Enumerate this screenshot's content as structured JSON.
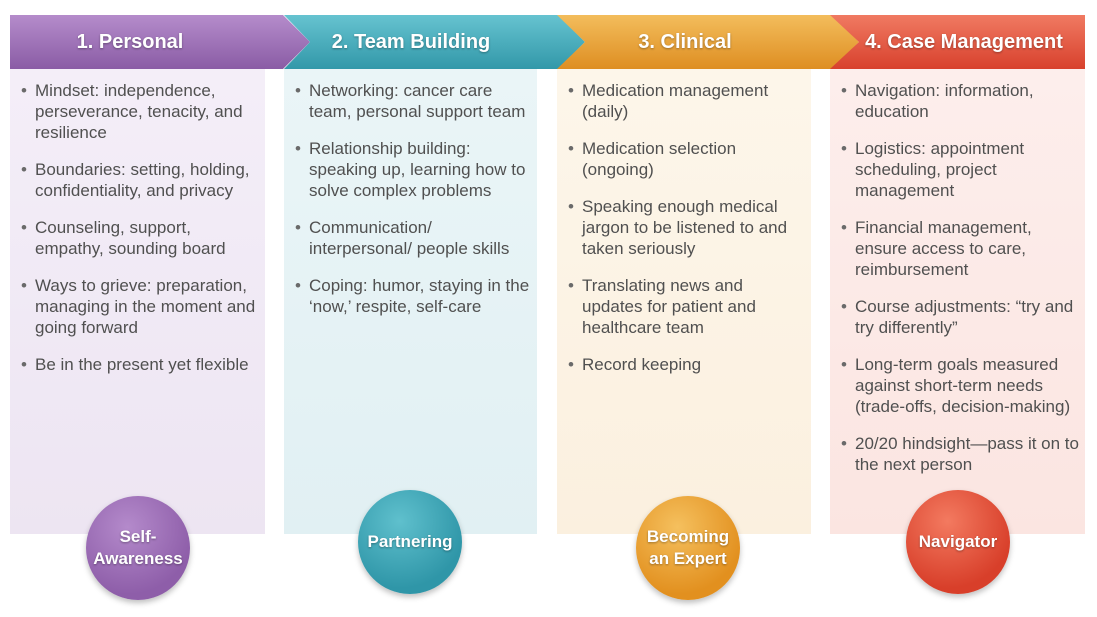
{
  "colors": {
    "personal": "#9b6fb4",
    "team_building": "#3fa8b8",
    "clinical": "#e8a033",
    "case_management": "#e4553e"
  },
  "stages": [
    {
      "title": "1. Personal",
      "items": [
        "Mindset: independence, perseverance, tenacity, and resilience",
        "Boundaries: setting, holding, confidentiality, and privacy",
        "Counseling, support, empathy, sounding board",
        "Ways to grieve: preparation, managing in the moment and going forward",
        "Be in the present yet flexible"
      ],
      "role": "Self-Awareness"
    },
    {
      "title": "2. Team Building",
      "items": [
        "Networking: cancer care team, personal support team",
        "Relationship building: speaking up, learning how to solve complex problems",
        "Communication/ interpersonal/ people skills",
        "Coping: humor, staying in the ‘now,’ respite, self-care"
      ],
      "role": "Partnering"
    },
    {
      "title": "3. Clinical",
      "items": [
        "Medication management (daily)",
        "Medication selection (ongoing)",
        "Speaking enough medical jargon to be listened to and taken seriously",
        "Translating news and updates for patient and healthcare team",
        "Record keeping"
      ],
      "role": "Becoming an Expert"
    },
    {
      "title": "4. Case Management",
      "items": [
        "Navigation: information, education",
        "Logistics: appointment scheduling, project management",
        "Financial management, ensure access to care, reimbursement",
        "Course adjustments: “try and try differently”",
        "Long-term goals measured against short-term needs (trade-offs, decision-making)",
        "20/20 hindsight—pass it on to the next person"
      ],
      "role": "Navigator"
    }
  ]
}
